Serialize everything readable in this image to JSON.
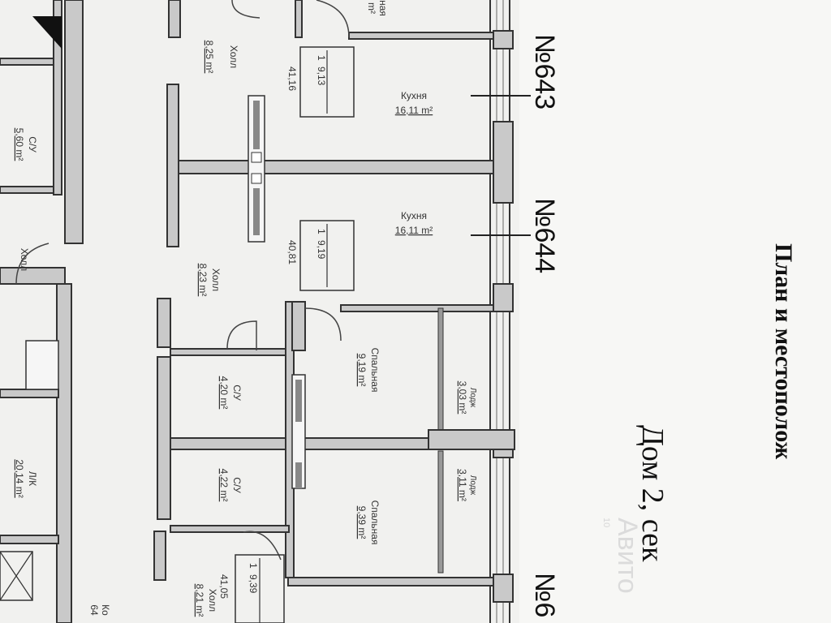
{
  "apartments": [
    {
      "no": "№643"
    },
    {
      "no": "№644"
    },
    {
      "no": "№6"
    }
  ],
  "title": {
    "line1": "План и местополож",
    "line2": "Дом 2, сек"
  },
  "rooms": {
    "kitchen_643": {
      "name": "Кухня",
      "area": "16,11 m²"
    },
    "kitchen_644": {
      "name": "Кухня",
      "area": "16,11 m²"
    },
    "hall_643": {
      "name": "Холл",
      "area": "8,25 m²"
    },
    "hall_644": {
      "name": "Холл",
      "area": "8,23 m²"
    },
    "hall_645": {
      "name": "Холл",
      "area": "8,21 m²"
    },
    "hall_left": {
      "name": "Холл",
      "area": ""
    },
    "bath_left": {
      "name": "С/У",
      "area": "5,60 m²"
    },
    "bath_644": {
      "name": "С/У",
      "area": "4,20 m²"
    },
    "bath_645": {
      "name": "С/У",
      "area": "4,22 m²"
    },
    "bedroom_644": {
      "name": "Спальная",
      "area": "9,19 m²"
    },
    "bedroom_645": {
      "name": "Спальная",
      "area": "9,39 m²"
    },
    "loggia_644": {
      "name": "Лодж",
      "area": "3,03 m²"
    },
    "loggia_645": {
      "name": "Лодж",
      "area": "3,11 m²"
    },
    "stair_left": {
      "name": "Л/К",
      "area": "20,14 m²"
    },
    "corridor_left": {
      "name": "Ко",
      "area": "64"
    },
    "top_partial": {
      "name": "ная",
      "area": "m²"
    }
  },
  "stamps": {
    "s643": {
      "rooms": "1",
      "living": "9,13",
      "total": "41,16"
    },
    "s644": {
      "rooms": "1",
      "living": "9,19",
      "total": "40,81"
    },
    "s645": {
      "rooms": "1",
      "living": "9,39",
      "total": "41,05"
    }
  },
  "watermark": {
    "brand": "Авито",
    "id": "10"
  }
}
